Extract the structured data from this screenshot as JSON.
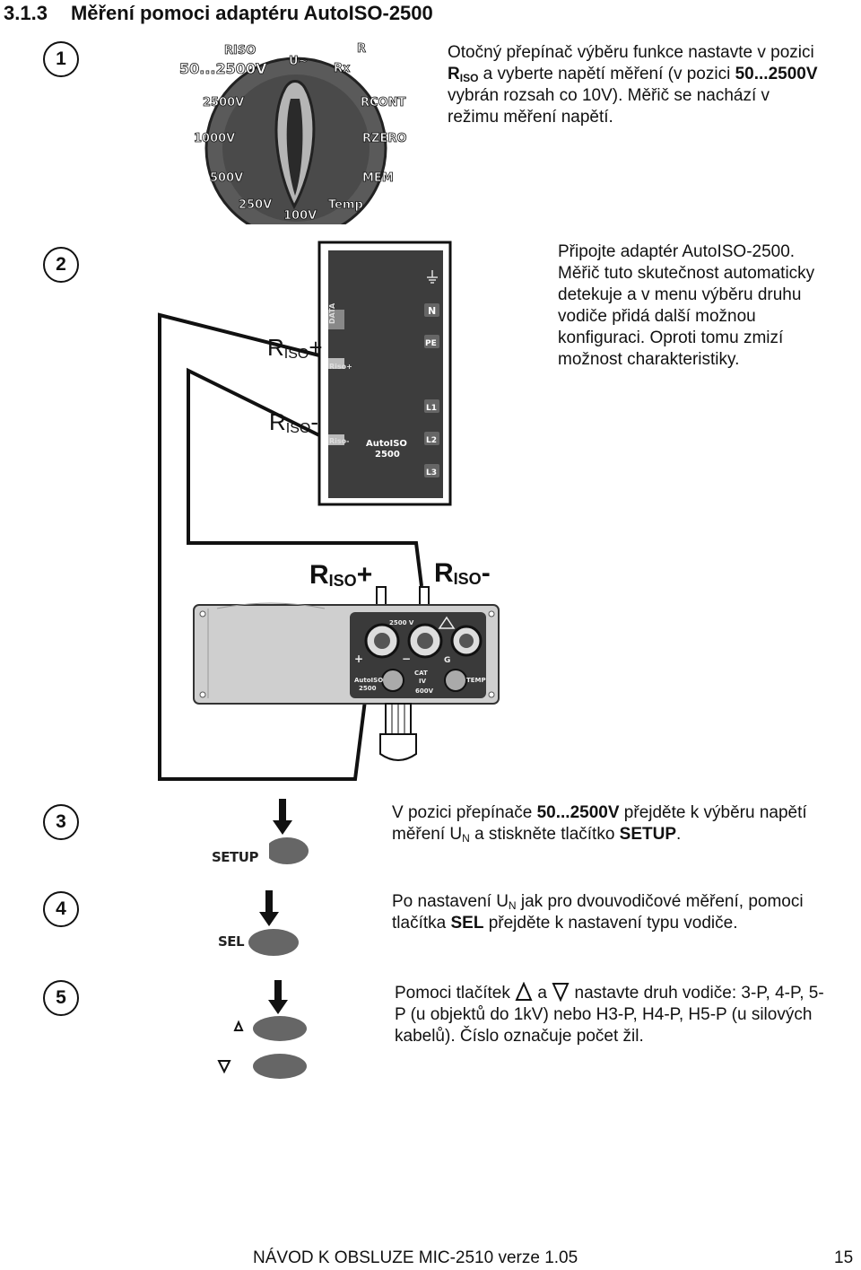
{
  "section": {
    "number": "3.1.3",
    "title": "Měření pomoci adaptéru AutoISO-2500"
  },
  "steps": [
    {
      "number": "1",
      "text_parts": [
        "Otočný přepínač výběru funkce nastavte v pozici ",
        "R",
        "ISO",
        " a vyberte napětí měření (v pozici ",
        "50...2500V",
        " vybrán rozsah co 10V). Měřič se nachází v režimu měření napětí."
      ]
    },
    {
      "number": "2",
      "text": "Připojte adaptér AutoISO-2500. Měřič tuto skutečnost automaticky detekuje a v menu výběru druhu vodiče přidá další možnou konfiguraci. Oproti tomu zmizí možnost charakteristiky."
    },
    {
      "number": "3",
      "text_parts": [
        "V pozici přepínače ",
        "50...2500V",
        " přejděte k výběru napětí měření U",
        "N",
        " a stiskněte tlačítko ",
        "SETUP",
        "."
      ]
    },
    {
      "number": "4",
      "text_parts": [
        "Po nastavení U",
        "N",
        " jak pro dvouvodičové měření, pomoci tlačítka ",
        "SEL",
        " přejděte k nastavení typu vodiče."
      ]
    },
    {
      "number": "5",
      "text_parts": [
        "Pomoci tlačítek ",
        " a ",
        " nastavte druh vodiče: 3-P, 4-P, 5-P (u objektů do 1kV) nebo H3-P, H4-P, H5-P (u silových kabelů). Číslo označuje počet žil."
      ]
    }
  ],
  "dial": {
    "labels": [
      "RISO",
      "R",
      "U~",
      "Rx",
      "RCONT",
      "RZERO",
      "MEM",
      "Temp",
      "100V",
      "250V",
      "500V",
      "1000V",
      "2500V",
      "50...2500V"
    ]
  },
  "adapter": {
    "side_labels": [
      "DATA",
      "Riso+",
      "Riso-"
    ],
    "right_labels": [
      "N",
      "PE",
      "L1",
      "L2",
      "L3"
    ],
    "name": "AutoISO",
    "model": "2500"
  },
  "cable_labels": {
    "plus_r": "R",
    "plus_sub": "ISO",
    "plus_sign": "+",
    "minus_r": "R",
    "minus_sub": "ISO",
    "minus_sign": "-"
  },
  "meter": {
    "labels": [
      "2500 V",
      "CAT",
      "IV",
      "600V",
      "G",
      "TEMP",
      "+",
      "−",
      "AutoISO",
      "2500"
    ]
  },
  "buttons": {
    "setup": "SETUP",
    "sel": "SEL"
  },
  "footer": {
    "manual": "NÁVOD K OBSLUZE MIC-2510 verze 1.05",
    "page": "15"
  }
}
